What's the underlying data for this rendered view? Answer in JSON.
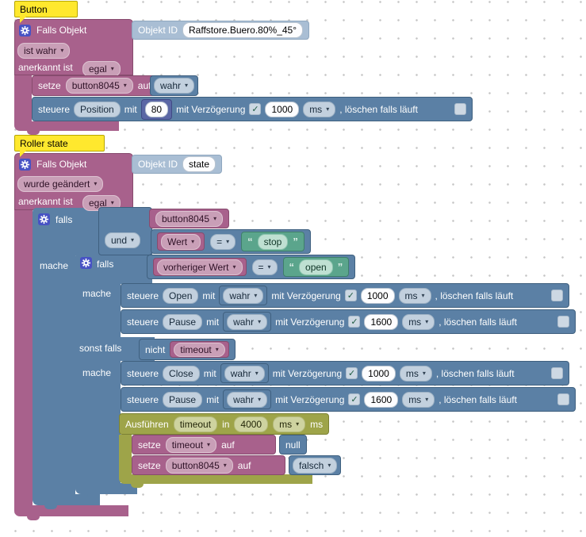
{
  "comments": [
    {
      "text": "Button"
    },
    {
      "text": "Roller state"
    }
  ],
  "icons": {
    "dropdown": "▾",
    "check": "✓",
    "quote_open": "“",
    "quote_close": "”"
  },
  "colors": {
    "trigger_block": "#a8618c",
    "logic_block": "#5b80a5",
    "math_block": "#5b67a5",
    "text_block": "#5ba58c",
    "timeout_block": "#9ea449",
    "objekt_id_block": "#a9bed4",
    "comment": "#ffe82e",
    "gear_icon": "#4752c4"
  },
  "script1": {
    "trigger": {
      "name": "Falls Objekt",
      "id_label": "Objekt ID",
      "id_value": "Raffstore.Buero.80%_45°",
      "condition": "ist wahr",
      "ack_label": "anerkannt ist",
      "ack_value": "egal"
    },
    "set_var": {
      "kw": "setze",
      "variable": "button8045",
      "kw2": "auf",
      "value": "wahr"
    },
    "control": {
      "kw": "steuere",
      "target": "Position",
      "mit": "mit",
      "value": "80",
      "delay_label": "mit Verzögerung",
      "delay": "1000",
      "unit": "ms",
      "tail": ", löschen falls läuft"
    }
  },
  "script2": {
    "trigger": {
      "name": "Falls Objekt",
      "id_label": "Objekt ID",
      "id_value": "state",
      "condition": "wurde geändert",
      "ack_label": "anerkannt ist",
      "ack_value": "egal"
    },
    "outer_if": {
      "kw": "falls",
      "operand": "button8045",
      "operator": "und",
      "left": "Wert",
      "comparator": "=",
      "right": "stop",
      "do_label": "mache"
    },
    "inner_if": {
      "kw": "falls",
      "left": "vorheriger Wert",
      "comparator": "=",
      "right": "open",
      "do_label": "mache",
      "elseif_label": "sonst falls",
      "not_kw": "nicht",
      "not_var": "timeout",
      "do2_label": "mache"
    },
    "controls": [
      {
        "kw": "steuere",
        "target": "Open",
        "mit": "mit",
        "value": "wahr",
        "delay_label": "mit Verzögerung",
        "delay": "1000",
        "unit": "ms",
        "tail": ", löschen falls läuft"
      },
      {
        "kw": "steuere",
        "target": "Pause",
        "mit": "mit",
        "value": "wahr",
        "delay_label": "mit Verzögerung",
        "delay": "1600",
        "unit": "ms",
        "tail": ", löschen falls läuft"
      },
      {
        "kw": "steuere",
        "target": "Close",
        "mit": "mit",
        "value": "wahr",
        "delay_label": "mit Verzögerung",
        "delay": "1000",
        "unit": "ms",
        "tail": ", löschen falls läuft"
      },
      {
        "kw": "steuere",
        "target": "Pause",
        "mit": "mit",
        "value": "wahr",
        "delay_label": "mit Verzögerung",
        "delay": "1600",
        "unit": "ms",
        "tail": ", löschen falls läuft"
      }
    ],
    "timeout_exec": {
      "kw": "Ausführen",
      "name": "timeout",
      "in_kw": "in",
      "delay": "4000",
      "unit": "ms",
      "unit_label": "ms",
      "sets": [
        {
          "kw": "setze",
          "variable": "timeout",
          "kw2": "auf",
          "value": "null"
        },
        {
          "kw": "setze",
          "variable": "button8045",
          "kw2": "auf",
          "value": "falsch"
        }
      ]
    }
  }
}
